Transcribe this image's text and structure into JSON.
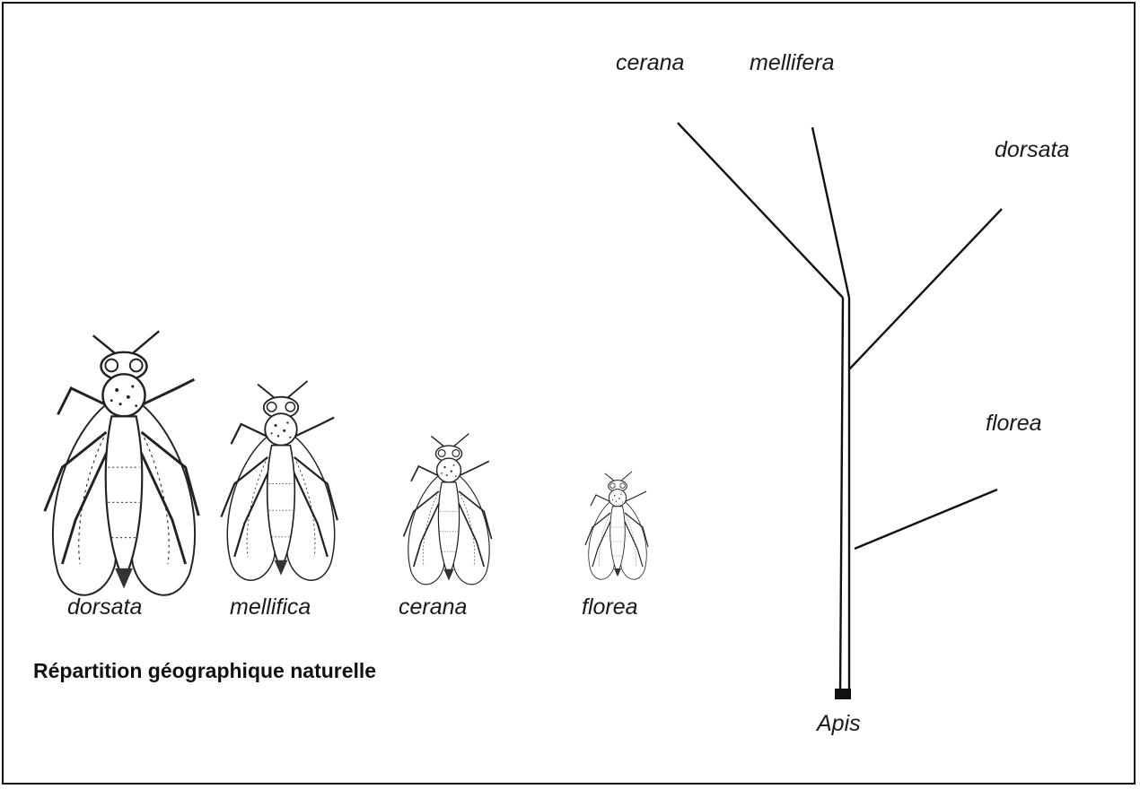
{
  "bees": [
    {
      "label": "dorsata"
    },
    {
      "label": "mellifica"
    },
    {
      "label": "cerana"
    },
    {
      "label": "florea"
    }
  ],
  "tree": {
    "root": "Apis",
    "leaves": [
      "cerana",
      "mellifera",
      "dorsata",
      "florea"
    ]
  },
  "caption": "Répartition géographique naturelle"
}
